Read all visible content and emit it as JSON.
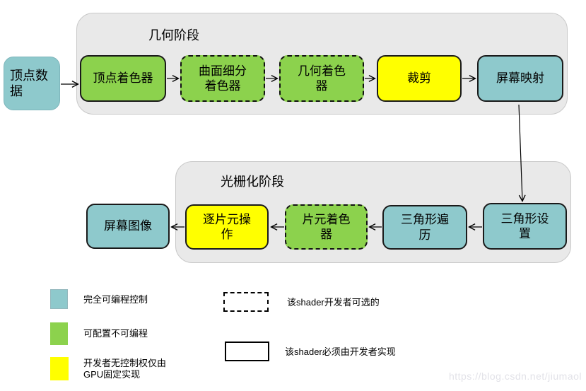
{
  "input_node": "顶点数据",
  "output_node": "屏幕图像",
  "stage_geometry": {
    "title": "几何阶段",
    "nodes": {
      "vertex_shader": "顶点着色器",
      "tessellation_shader": "曲面细分\n着色器",
      "geometry_shader": "几何着色\n器",
      "clipping": "裁剪",
      "screen_mapping": "屏幕映射"
    }
  },
  "stage_raster": {
    "title": "光栅化阶段",
    "nodes": {
      "triangle_setup": "三角形设\n置",
      "triangle_traversal": "三角形遍\n历",
      "fragment_shader": "片元着色\n器",
      "per_fragment_ops": "逐片元操\n作"
    }
  },
  "legend": {
    "fully_programmable": "完全可编程控制",
    "configurable": "可配置不可编程",
    "fixed_gpu": "开发者无控制权仅由\nGPU固定实现",
    "optional_shader": "该shader开发者可选的",
    "required_shader": "该shader必须由开发者实现"
  },
  "colors": {
    "programmable_teal": "#8EC9CC",
    "configurable_green": "#8CD24D",
    "fixed_yellow": "#FFFF00",
    "container_gray": "#E9E9E9"
  },
  "watermark": "https://blog.csdn.net/jiumaol"
}
